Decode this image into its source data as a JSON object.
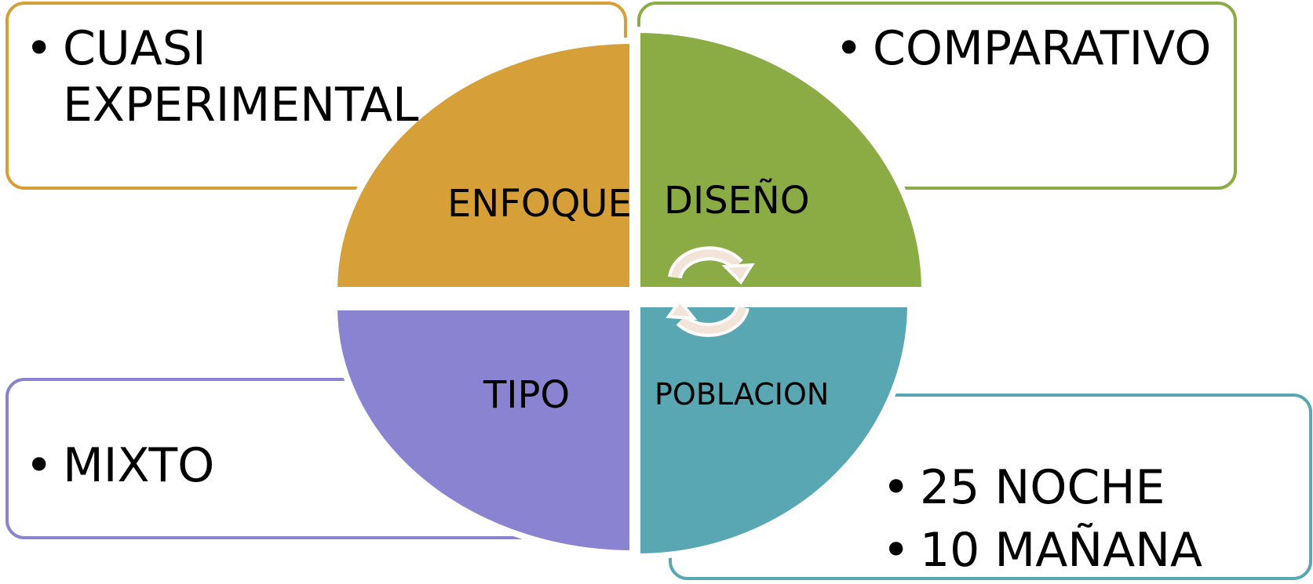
{
  "colors": {
    "enfoque": "#D79F38",
    "diseno": "#8BAC45",
    "tipo": "#8983D1",
    "poblacion": "#5AA7B4",
    "arrow": "#F3E4DA"
  },
  "quadrants": {
    "enfoque": {
      "label": "ENFOQUE",
      "items": [
        "CUASI",
        "EXPERIMENTAL"
      ]
    },
    "diseno": {
      "label": "DISEÑO",
      "items": [
        "COMPARATIVO"
      ]
    },
    "tipo": {
      "label": "TIPO",
      "items": [
        "MIXTO"
      ]
    },
    "poblacion": {
      "label": "POBLACION",
      "items": [
        "25 NOCHE",
        "10 MAÑANA"
      ]
    }
  },
  "bullet_glyph": "•",
  "icons": {
    "cycle": "circular-arrows-icon"
  }
}
